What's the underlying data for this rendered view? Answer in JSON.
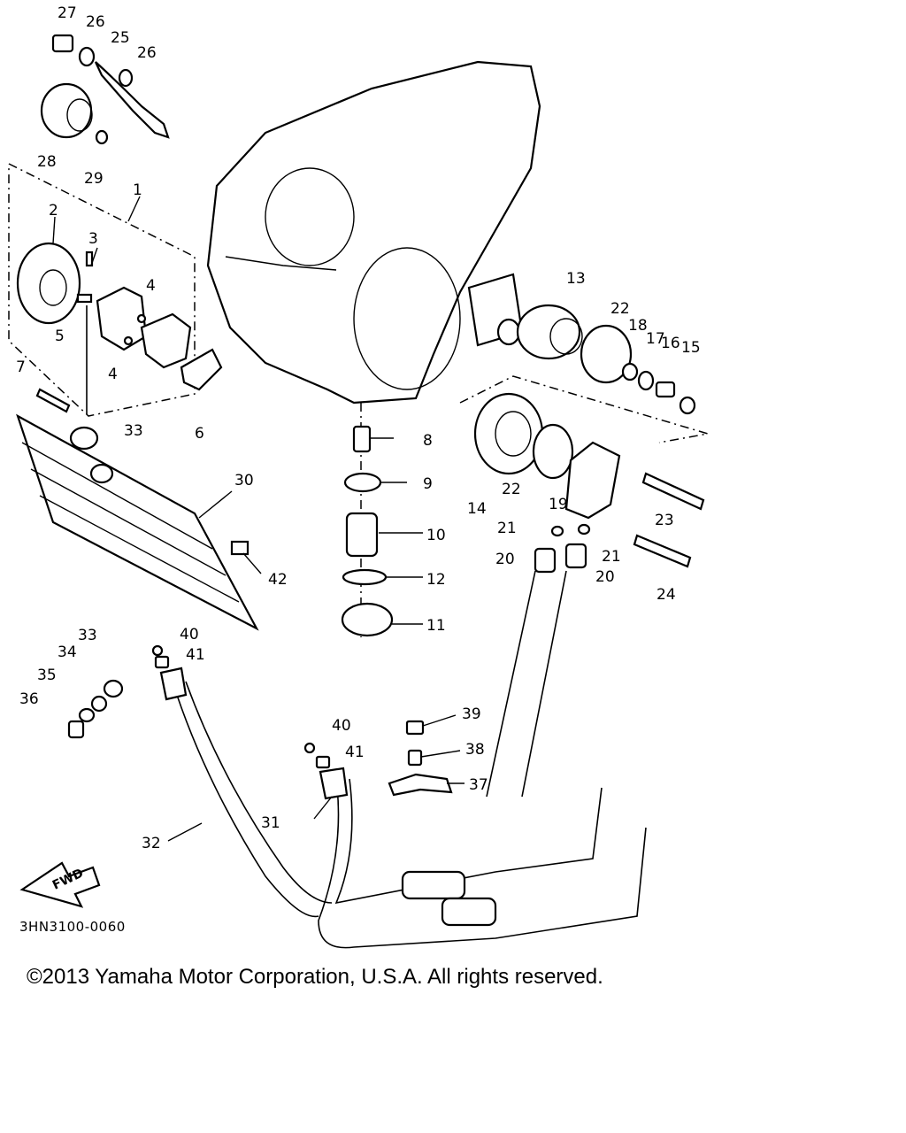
{
  "parts": [
    {
      "num": "1"
    },
    {
      "num": "2"
    },
    {
      "num": "3"
    },
    {
      "num": "4"
    },
    {
      "num": "4"
    },
    {
      "num": "5"
    },
    {
      "num": "6"
    },
    {
      "num": "7"
    },
    {
      "num": "8"
    },
    {
      "num": "9"
    },
    {
      "num": "10"
    },
    {
      "num": "11"
    },
    {
      "num": "12"
    },
    {
      "num": "13"
    },
    {
      "num": "14"
    },
    {
      "num": "15"
    },
    {
      "num": "16"
    },
    {
      "num": "17"
    },
    {
      "num": "18"
    },
    {
      "num": "19"
    },
    {
      "num": "20"
    },
    {
      "num": "20"
    },
    {
      "num": "21"
    },
    {
      "num": "21"
    },
    {
      "num": "22"
    },
    {
      "num": "22"
    },
    {
      "num": "23"
    },
    {
      "num": "24"
    },
    {
      "num": "25"
    },
    {
      "num": "26"
    },
    {
      "num": "26"
    },
    {
      "num": "27"
    },
    {
      "num": "28"
    },
    {
      "num": "29"
    },
    {
      "num": "30"
    },
    {
      "num": "31"
    },
    {
      "num": "32"
    },
    {
      "num": "33"
    },
    {
      "num": "33"
    },
    {
      "num": "34"
    },
    {
      "num": "35"
    },
    {
      "num": "36"
    },
    {
      "num": "37"
    },
    {
      "num": "38"
    },
    {
      "num": "39"
    },
    {
      "num": "40"
    },
    {
      "num": "40"
    },
    {
      "num": "41"
    },
    {
      "num": "41"
    },
    {
      "num": "42"
    }
  ],
  "fwd_label": "FWD",
  "diagram_code": "3HN3100-0060",
  "copyright": "©2013 Yamaha Motor Corporation, U.S.A. All rights reserved."
}
